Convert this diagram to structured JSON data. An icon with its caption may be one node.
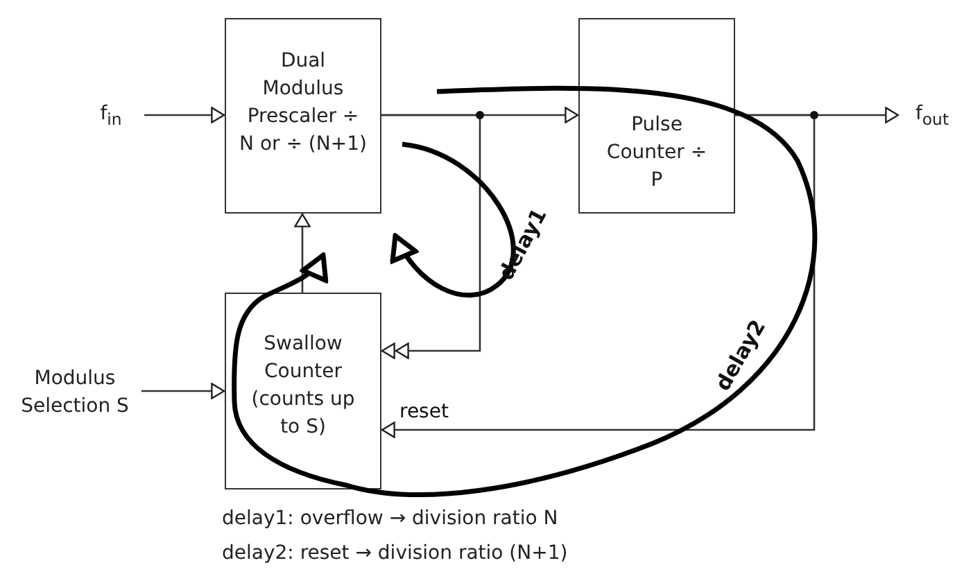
{
  "diagram": {
    "nodes": [
      {
        "text": [
          "f$_{in}$"
        ]
      },
      {
        "text": [
          "Dual Modulus Prescaler ÷ N or ÷ (N+1)"
        ]
      },
      {
        "text": [
          "Pulse Counter ÷ P"
        ]
      },
      {
        "text": [
          "f$_{out}$"
        ]
      },
      {
        "text": [
          "Modulus Selection S"
        ]
      },
      {
        "text": [
          "Swallow Counter (counts up to S)"
        ]
      }
    ],
    "edges": [
      {
        "from": 0,
        "to": 1,
        "arrow": "to"
      },
      {
        "from": 1,
        "to": 2,
        "arrow": "to"
      },
      {
        "from": 1,
        "to": 5,
        "arrow": "to"
      },
      {
        "from": 2,
        "to": 3,
        "arrow": "to"
      },
      {
        "from": 2,
        "to": 5,
        "arrow": "to",
        "label": "reset"
      },
      {
        "from": 5,
        "to": 1,
        "arrow": "to"
      },
      {
        "from": 4,
        "to": 5,
        "arrow": "to"
      },
      {
        "from": null,
        "to": 1,
        "arrow": "to",
        "label": "delay1",
        "style": "thick"
      },
      {
        "from": null,
        "to": 1,
        "arrow": "to",
        "label": "delay2",
        "style": "thick"
      }
    ],
    "labels": [
      "delay1: overflow → division ratio N",
      "delay2: reset → division ratio (N+1)"
    ]
  }
}
